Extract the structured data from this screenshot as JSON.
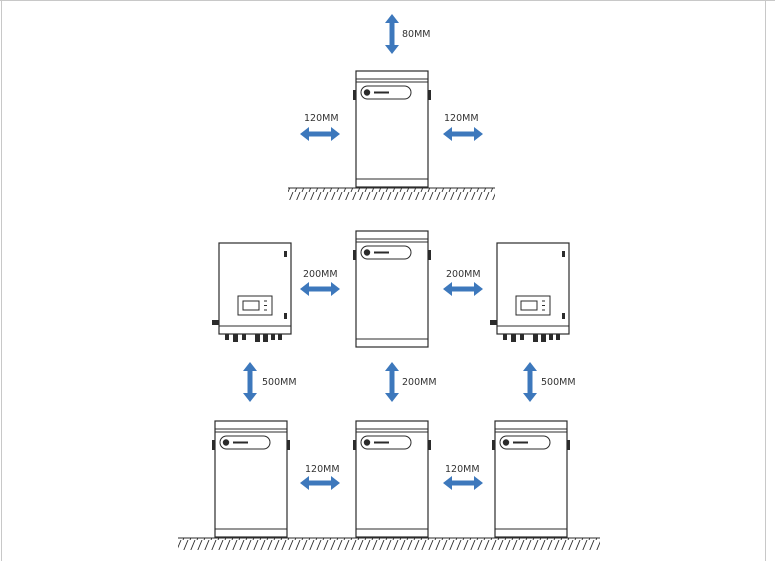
{
  "colors": {
    "arrow": "#3d78bc",
    "outline": "#2b2b2b",
    "text": "#333333",
    "frame": "#c8c8c8"
  },
  "icons": {
    "arrow": "double-headed-arrow-icon",
    "ground": "hatched-ground-icon",
    "battery": "battery-cabinet-icon",
    "inverter": "inverter-unit-icon"
  },
  "labels": {
    "top_clearance": "80MM",
    "side_left": "120MM",
    "side_right": "120MM",
    "inverter_left": "200MM",
    "inverter_right": "200MM",
    "vertical_left": "500MM",
    "vertical_center": "200MM",
    "vertical_right": "500MM",
    "bottom_left": "120MM",
    "bottom_right": "120MM"
  }
}
